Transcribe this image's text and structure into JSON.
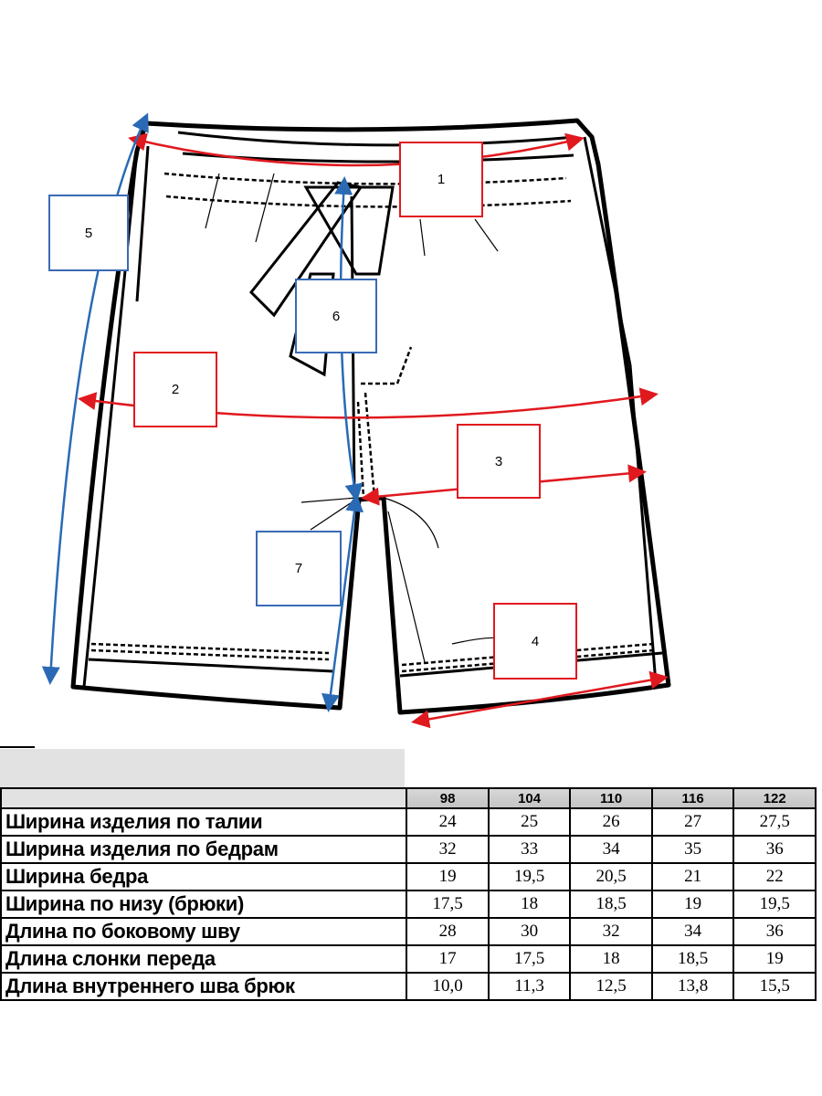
{
  "markers": [
    "1",
    "2",
    "3",
    "4",
    "5",
    "6",
    "7"
  ],
  "colors": {
    "horizontal": "#e0191f",
    "vertical": "#3a6ab5"
  },
  "table": {
    "sizes": [
      "98",
      "104",
      "110",
      "116",
      "122"
    ],
    "rows": [
      {
        "label": "Ширина изделия по талии",
        "values": [
          "24",
          "25",
          "26",
          "27",
          "27,5"
        ]
      },
      {
        "label": "Ширина изделия по бедрам",
        "values": [
          "32",
          "33",
          "34",
          "35",
          "36"
        ]
      },
      {
        "label": "Ширина бедра",
        "values": [
          "19",
          "19,5",
          "20,5",
          "21",
          "22"
        ]
      },
      {
        "label": "Ширина по низу (брюки)",
        "values": [
          "17,5",
          "18",
          "18,5",
          "19",
          "19,5"
        ]
      },
      {
        "label": "Длина по боковому шву",
        "values": [
          "28",
          "30",
          "32",
          "34",
          "36"
        ]
      },
      {
        "label": "Длина слонки переда",
        "values": [
          "17",
          "17,5",
          "18",
          "18,5",
          "19"
        ]
      },
      {
        "label": "Длина внутреннего шва брюк",
        "values": [
          "10,0",
          "11,3",
          "12,5",
          "13,8",
          "15,5"
        ]
      }
    ]
  }
}
